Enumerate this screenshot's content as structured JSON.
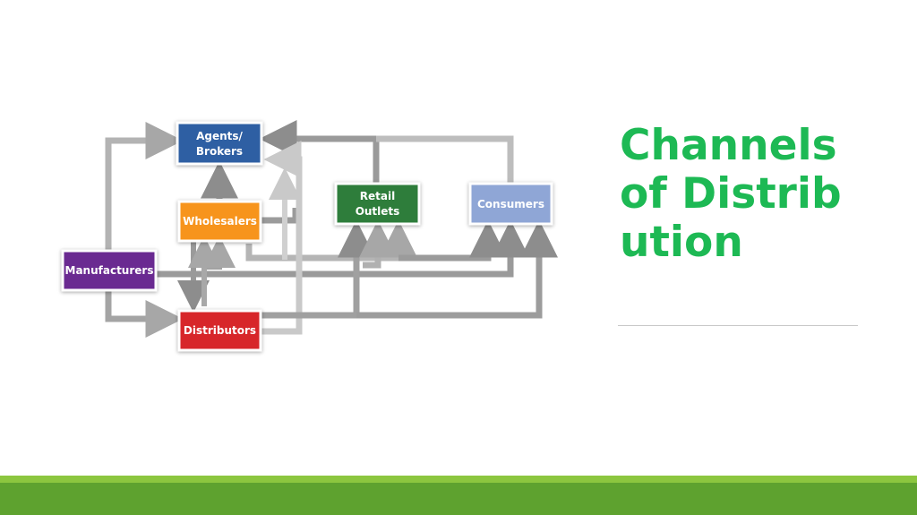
{
  "slide": {
    "title": "Channels of Distribution"
  },
  "nodes": {
    "agents_brokers": {
      "line1": "Agents/",
      "line2": "Brokers",
      "color": "#2e5fa3"
    },
    "wholesalers": {
      "line1": "Wholesalers",
      "color": "#f7941d"
    },
    "manufacturers": {
      "line1": "Manufacturers",
      "color": "#6a2c91"
    },
    "distributors": {
      "line1": "Distributors",
      "color": "#d7262b"
    },
    "retail_outlets": {
      "line1": "Retail",
      "line2": "Outlets",
      "color": "#2e7d3a"
    },
    "consumers": {
      "line1": "Consumers",
      "color": "#8fa6d6"
    }
  },
  "colors": {
    "title": "#1db954",
    "footer_light": "#8cc63f",
    "footer_dark": "#5ea22f"
  }
}
